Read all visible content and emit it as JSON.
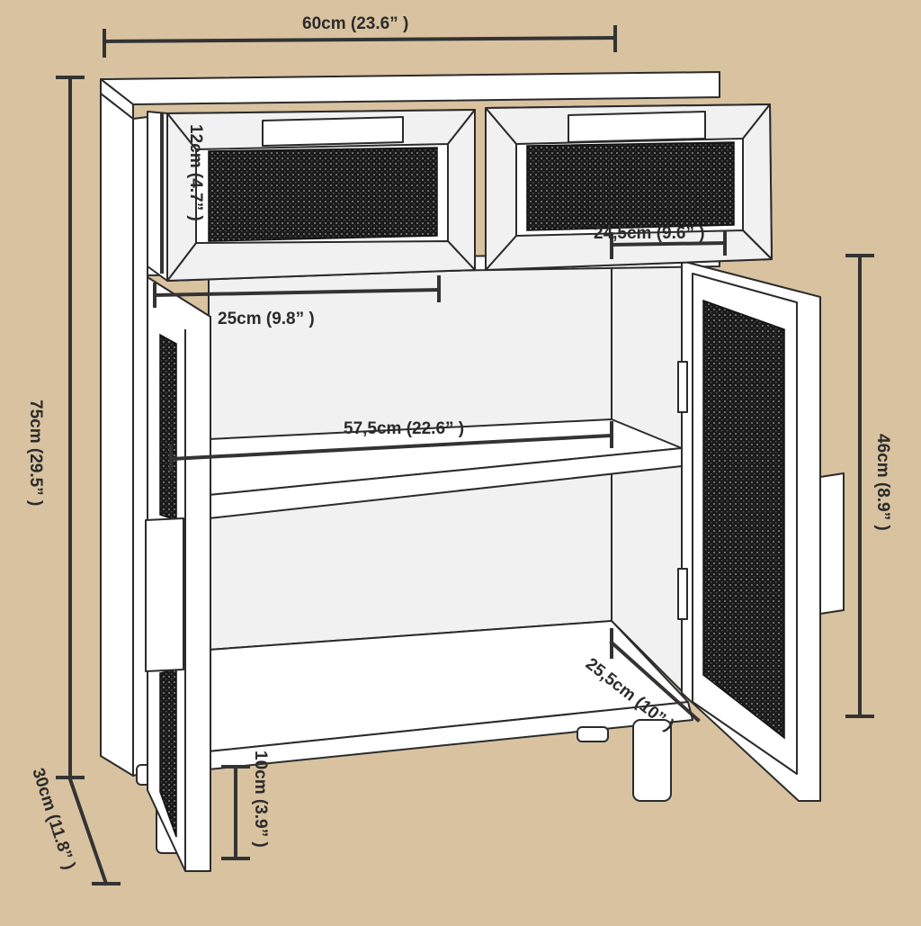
{
  "dimensions": {
    "width": "60cm (23.6” )",
    "height": "75cm (29.5” )",
    "depth": "30cm (11.8” )",
    "drawer_height": "12cm (4.7” )",
    "drawer_width_left": "25cm (9.8” )",
    "drawer_width_right": "24,5cm (9.6” )",
    "inner_width": "57,5cm (22.6” )",
    "door_height": "46cm (8.9” )",
    "inner_depth": "25,5cm (10” )",
    "leg_height": "10cm (3.9” )"
  },
  "colors": {
    "background": "#d8c2a0",
    "line": "#2b2b2b",
    "panel": "#ffffff",
    "rattan": "#1a1a1a"
  }
}
